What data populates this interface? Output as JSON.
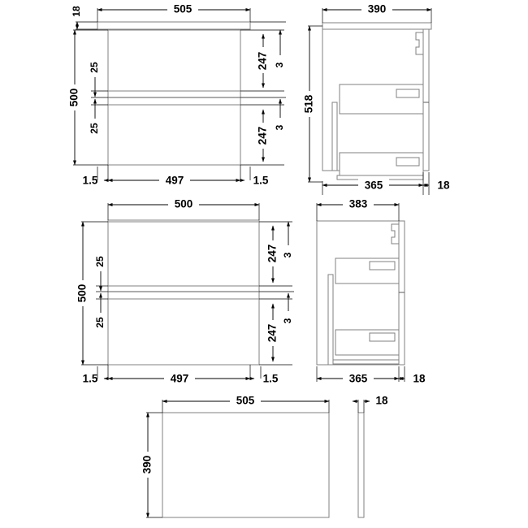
{
  "drawing": {
    "title": "Wall Hung 2-Drawer Vanity Unit Technical Drawing",
    "units": "mm",
    "line_color": "#808080",
    "dimension_color": "#000000",
    "background": "#ffffff"
  },
  "views": {
    "top_left": {
      "name": "front-elevation-505",
      "dimensions": {
        "worktop_thickness": "18",
        "worktop_width": "505",
        "overall_height": "500",
        "cabinet_width": "497",
        "left_offset": "1.5",
        "right_offset": "1.5",
        "upper_drawer_height": "247",
        "lower_drawer_height": "247",
        "top_gap": "3",
        "mid_gap": "3",
        "upper_gap_25": "25",
        "lower_gap_25": "25"
      }
    },
    "top_right": {
      "name": "side-elevation-390",
      "dimensions": {
        "overall_depth": "390",
        "overall_height": "518",
        "carcass_depth": "365",
        "panel_thickness": "18"
      }
    },
    "bottom_left": {
      "name": "front-elevation-500",
      "dimensions": {
        "worktop_width": "500",
        "overall_height": "500",
        "cabinet_width": "497",
        "left_offset": "1.5",
        "right_offset": "1.5",
        "upper_drawer_height": "247",
        "lower_drawer_height": "247",
        "top_gap": "3",
        "mid_gap": "3",
        "upper_gap_25": "25",
        "lower_gap_25": "25"
      }
    },
    "bottom_right": {
      "name": "side-elevation-383",
      "dimensions": {
        "overall_depth": "383",
        "carcass_depth": "365",
        "panel_thickness": "18"
      }
    },
    "bottom_panel": {
      "name": "worktop-plan-view",
      "dimensions": {
        "width": "505",
        "depth": "390",
        "thickness": "18"
      }
    }
  },
  "labels": {
    "v1_18": "18",
    "v1_505": "505",
    "v1_500": "500",
    "v1_497": "497",
    "v1_1p5_left": "1.5",
    "v1_1p5_right": "1.5",
    "v1_25_top": "25",
    "v1_25_bottom": "25",
    "v1_247_top": "247",
    "v1_247_bottom": "247",
    "v1_3_top": "3",
    "v1_3_bottom": "3",
    "v2_390": "390",
    "v2_518": "518",
    "v2_365": "365",
    "v2_18": "18",
    "v3_500": "500",
    "v3_500h": "500",
    "v3_497": "497",
    "v3_1p5_left": "1.5",
    "v3_1p5_right": "1.5",
    "v3_25_top": "25",
    "v3_25_bottom": "25",
    "v3_247_top": "247",
    "v3_247_bottom": "247",
    "v3_3_top": "3",
    "v3_3_bottom": "3",
    "v4_383": "383",
    "v4_365": "365",
    "v4_18": "18",
    "v5_505": "505",
    "v5_390": "390",
    "v5_18": "18"
  }
}
